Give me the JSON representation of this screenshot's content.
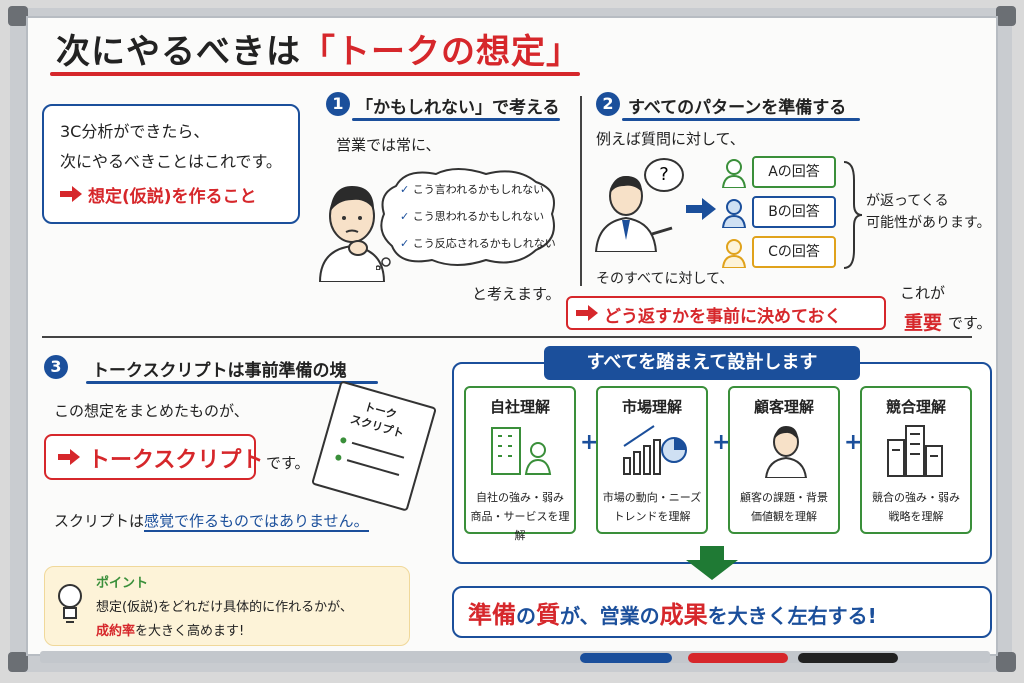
{
  "title": {
    "main": "次にやるべきは",
    "highlight": "「トークの想定」"
  },
  "intro": {
    "line1": "3C分析ができたら、",
    "line2": "次にやるべきことはこれです。",
    "action": "想定(仮説)を作ること"
  },
  "section1": {
    "number": "1",
    "heading": "「かもしれない」で考える",
    "lead": "営業では常に、",
    "bubbles": [
      "こう言われるかもしれない",
      "こう思われるかもしれない",
      "こう反応されるかもしれない"
    ],
    "tail": "と考えます。"
  },
  "section2": {
    "number": "2",
    "heading": "すべてのパターンを準備する",
    "lead": "例えば質問に対して、",
    "question_mark": "?",
    "answers": [
      "Aの回答",
      "Bの回答",
      "Cの回答"
    ],
    "result_line1": "が返ってくる",
    "result_line2": "可能性があります。",
    "all_line": "そのすべてに対して、",
    "action": "どう返すかを事前に決めておく",
    "note1": "これが",
    "note_important": "重要",
    "note2": "です。"
  },
  "section3": {
    "number": "3",
    "heading": "トークスクリプトは事前準備の塊",
    "lead": "この想定をまとめたものが、",
    "action": "トークスクリプト",
    "desu": "です。",
    "notebook_title1": "トーク",
    "notebook_title2": "スクリプト",
    "script_prefix": "スクリプトは",
    "script_highlight": "感覚で作るものではありません。"
  },
  "tip": {
    "label": "ポイント",
    "line1": "想定(仮説)をどれだけ具体的に作れるかが、",
    "line2_red": "成約率",
    "line2_rest": "を大きく高めます!"
  },
  "design": {
    "banner": "すべてを踏まえて設計します",
    "factors": [
      {
        "title": "自社理解",
        "desc": "自社の強み・弱み\n商品・サービスを理解",
        "icon": "building-person-icon"
      },
      {
        "title": "市場理解",
        "desc": "市場の動向・ニーズ\nトレンドを理解",
        "icon": "bar-chart-icon"
      },
      {
        "title": "顧客理解",
        "desc": "顧客の課題・背景\n価値観を理解",
        "icon": "customer-icon"
      },
      {
        "title": "競合理解",
        "desc": "競合の強み・弱み\n戦略を理解",
        "icon": "buildings-icon"
      }
    ],
    "plus": "+",
    "conclusion": {
      "w1": "準備",
      "p1": "の",
      "w2": "質",
      "p2": "が、営業の",
      "w3": "成果",
      "p3": "を大きく左右する!"
    }
  },
  "colors": {
    "accent_red": "#d6272b",
    "accent_blue": "#1b4f9b",
    "accent_green": "#3a8f3a",
    "tip_bg": "#fdf3d8"
  }
}
